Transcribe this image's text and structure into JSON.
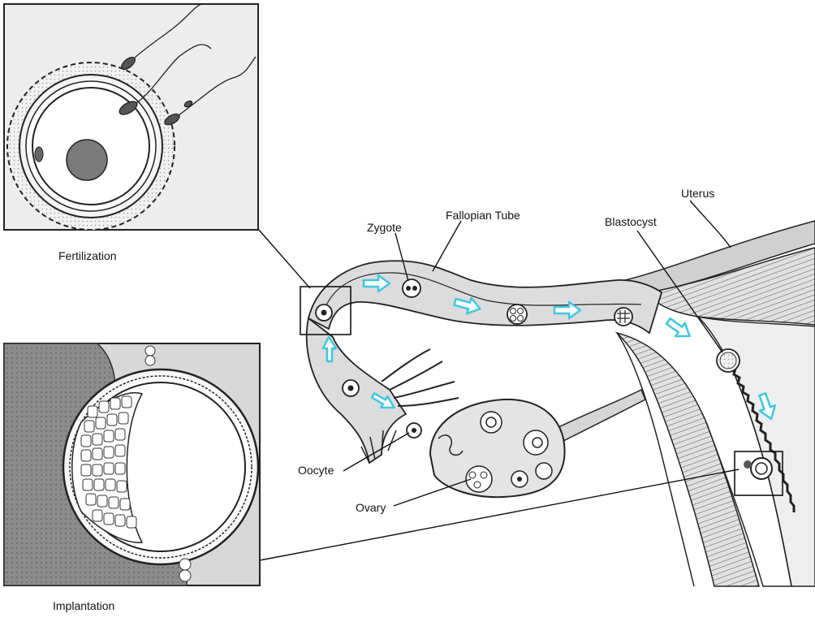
{
  "diagram": {
    "labels": {
      "zygote": "Zygote",
      "fallopian_tube": "Fallopian Tube",
      "blastocyst": "Blastocyst",
      "uterus": "Uterus",
      "oocyte": "Oocyte",
      "ovary": "Ovary"
    },
    "captions": {
      "fertilization": "Fertilization",
      "implantation": "Implantation"
    },
    "colors": {
      "arrow": "#55d8ee",
      "tissue": "#d9d9d9",
      "dark_tissue": "#8a8a8a",
      "stroke": "#222222"
    }
  }
}
